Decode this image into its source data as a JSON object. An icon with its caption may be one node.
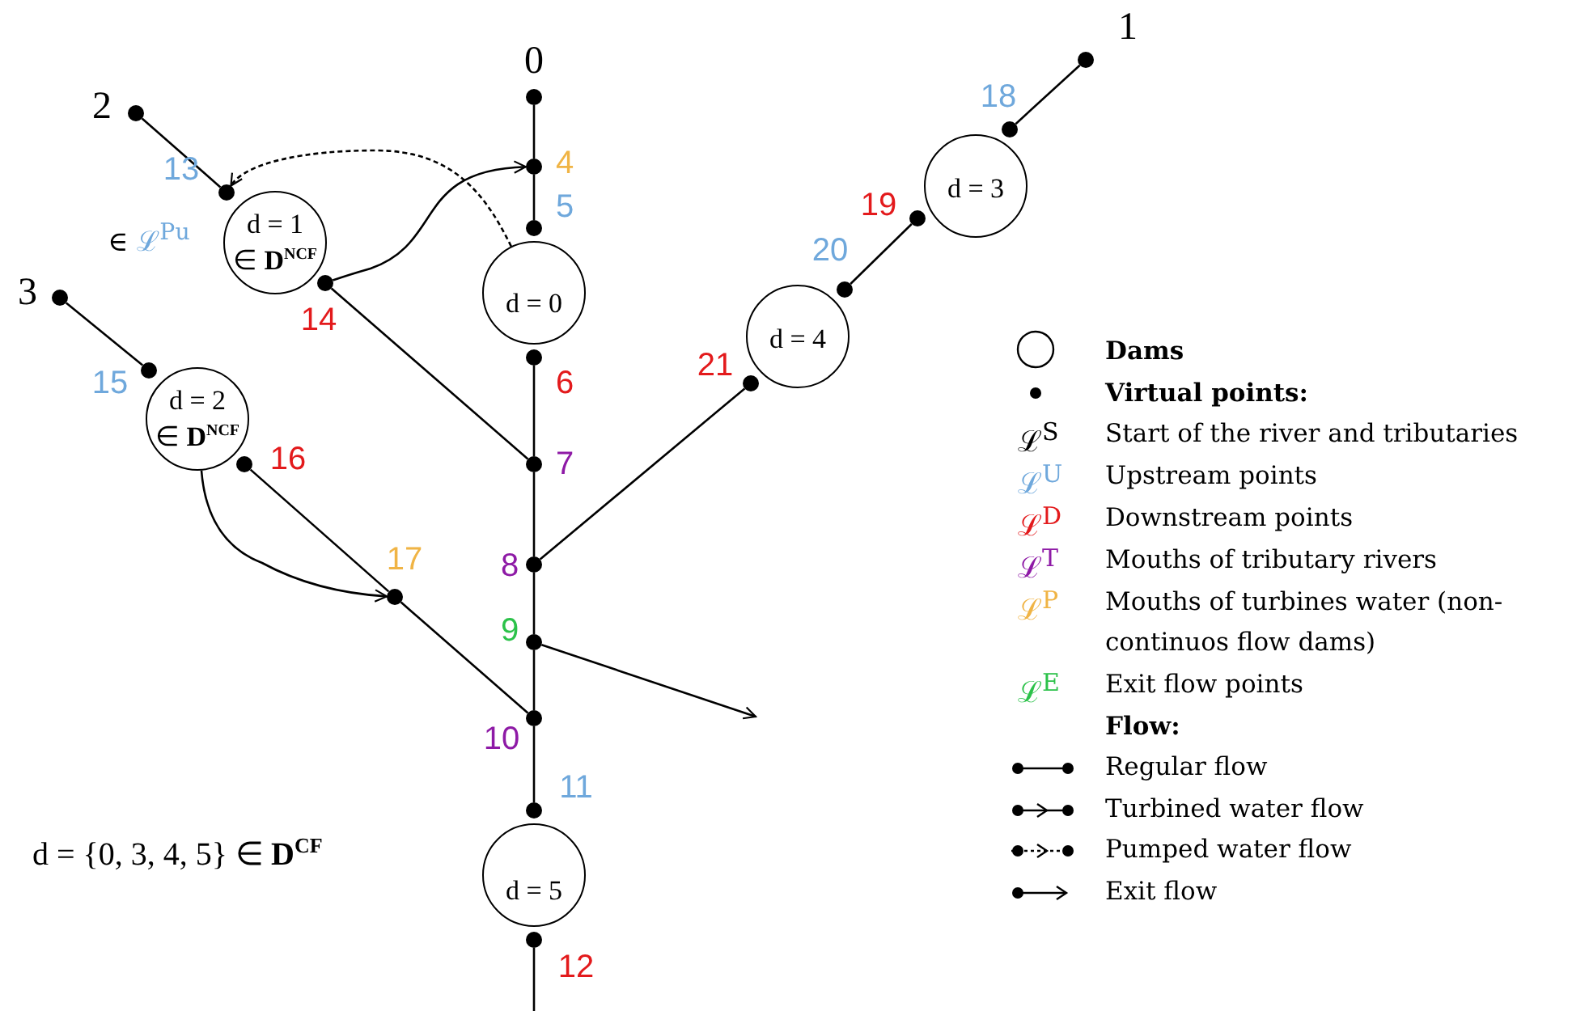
{
  "diagram": {
    "nodes": [
      {
        "text": [],
        "shape": "circle",
        "beside": [
          "0"
        ]
      },
      {
        "text": [],
        "shape": "circle",
        "beside": [
          "1"
        ]
      },
      {
        "text": [],
        "shape": "circle",
        "beside": [
          "2"
        ]
      },
      {
        "text": [],
        "shape": "circle",
        "beside": [
          "3"
        ]
      },
      {
        "text": [],
        "shape": "circle",
        "beside": [
          "4"
        ]
      },
      {
        "text": [],
        "shape": "circle",
        "beside": [
          "5"
        ]
      },
      {
        "text": [],
        "shape": "circle",
        "beside": [
          "6"
        ]
      },
      {
        "text": [],
        "shape": "circle",
        "beside": [
          "7"
        ]
      },
      {
        "text": [],
        "shape": "circle",
        "beside": [
          "8"
        ]
      },
      {
        "text": [],
        "shape": "circle",
        "beside": [
          "9"
        ]
      },
      {
        "text": [],
        "shape": "circle",
        "beside": [
          "10"
        ]
      },
      {
        "text": [],
        "shape": "circle",
        "beside": [
          "11"
        ]
      },
      {
        "text": [],
        "shape": "circle",
        "beside": [
          "12"
        ]
      },
      {
        "text": [],
        "shape": "circle",
        "beside": [
          "13"
        ]
      },
      {
        "text": [],
        "shape": "circle",
        "beside": [
          "14"
        ]
      },
      {
        "text": [],
        "shape": "circle",
        "beside": [
          "15"
        ]
      },
      {
        "text": [],
        "shape": "circle",
        "beside": [
          "16"
        ]
      },
      {
        "text": [],
        "shape": "circle",
        "beside": [
          "17"
        ]
      },
      {
        "text": [],
        "shape": "circle",
        "beside": [
          "18"
        ]
      },
      {
        "text": [],
        "shape": "circle",
        "beside": [
          "19"
        ]
      },
      {
        "text": [],
        "shape": "circle",
        "beside": [
          "20"
        ]
      },
      {
        "text": [],
        "shape": "circle",
        "beside": [
          "21"
        ]
      },
      {
        "text": [
          "d = 0"
        ]
      },
      {
        "text": [
          "d = 1",
          "∈ **D**$^{NCF}$"
        ]
      },
      {
        "text": [
          "d = 2",
          "∈ **D**$^{NCF}$"
        ]
      },
      {
        "text": [
          "d = 3"
        ]
      },
      {
        "text": [
          "d = 4"
        ]
      },
      {
        "text": [
          "d = 5"
        ]
      }
    ],
    "edges": [
      {
        "from": 0,
        "to": 4,
        "arrow": "none"
      },
      {
        "from": 4,
        "to": 5,
        "arrow": "none"
      },
      {
        "from": 6,
        "to": 7,
        "arrow": "none"
      },
      {
        "from": 2,
        "to": 13,
        "arrow": "none"
      },
      {
        "from": 14,
        "to": 7,
        "arrow": "none"
      },
      {
        "from": 3,
        "to": 15,
        "arrow": "none"
      },
      {
        "from": 16,
        "to": 17,
        "arrow": "none"
      },
      {
        "from": 17,
        "to": 10,
        "arrow": "none"
      },
      {
        "from": 7,
        "to": 8,
        "arrow": "none"
      },
      {
        "from": 8,
        "to": 9,
        "arrow": "none"
      },
      {
        "from": 9,
        "to": 10,
        "arrow": "none"
      },
      {
        "from": 10,
        "to": 11,
        "arrow": "none"
      },
      {
        "from": 12,
        "to": null,
        "arrow": "none"
      },
      {
        "from": 1,
        "to": 18,
        "arrow": "none"
      },
      {
        "from": 19,
        "to": 20,
        "arrow": "none"
      },
      {
        "from": 21,
        "to": 8,
        "arrow": "none"
      },
      {
        "from": 9,
        "to": null,
        "arrow": "to"
      },
      {
        "from": 14,
        "to": 4,
        "arrow": "to"
      },
      {
        "from": 24,
        "to": 17,
        "arrow": "to"
      },
      {
        "from": 22,
        "to": 13,
        "arrow": "to",
        "style": "dashed"
      }
    ],
    "labels": [
      "∈ ℒ$^{Pu}$",
      "ℒ$^{S}$",
      "ℒ$^{U}$",
      "ℒ$^{D}$",
      "ℒ$^{T}$",
      "ℒ$^{P}$",
      "ℒ$^{E}$",
      "d = {0, 3, 4, 5} ∈ **D**$^{CF}$"
    ],
    "legend": [
      {
        "text": "Dams"
      },
      {
        "text": "Virtual points:"
      },
      {
        "text": "Start of the river and tributaries",
        "color": "#000000"
      },
      {
        "text": "Upstream points",
        "color": "#6fa8dc"
      },
      {
        "text": "Downstream points",
        "color": "#e31a1c"
      },
      {
        "text": "Mouths of tributary rivers",
        "color": "#8e1aa6"
      },
      {
        "text": "Mouths of turbines water (non-continuos flow dams)",
        "color": "#f0b445"
      },
      {
        "text": "Exit flow points",
        "color": "#2cc24a"
      },
      {
        "text": "Flow:"
      },
      {
        "text": "Regular flow"
      },
      {
        "text": "Turbined water flow"
      },
      {
        "text": "Pumped water flow"
      },
      {
        "text": "Exit flow"
      }
    ]
  }
}
